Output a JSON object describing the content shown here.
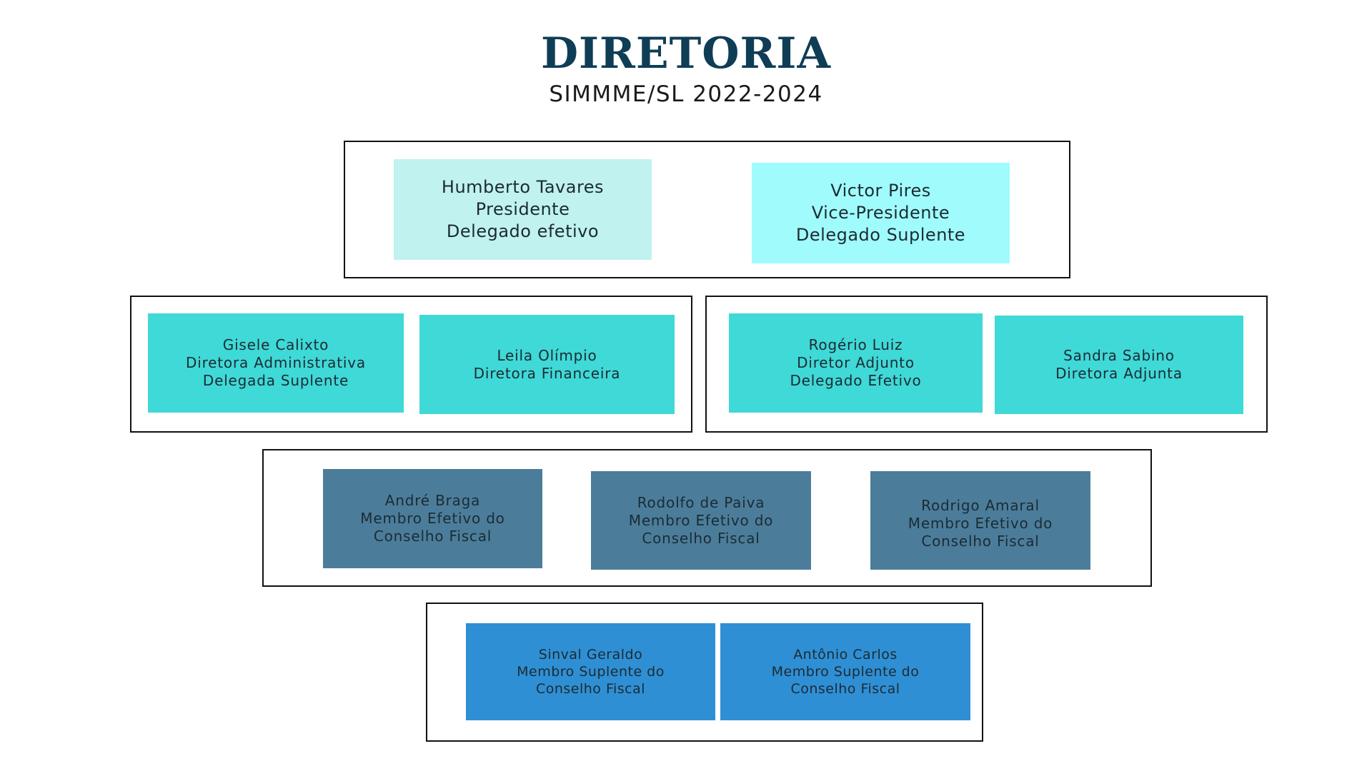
{
  "header": {
    "title": "DIRETORIA",
    "subtitle": "SIMMME/SL 2022-2024"
  },
  "colors": {
    "title": "#0f3d56",
    "president_box": "#c0f2ef",
    "vice_president_box": "#a0fcfc",
    "directors_box": "#3fd9d7",
    "fiscal_effective_box": "#4b7d9b",
    "fiscal_substitute_box": "#2f8fd4",
    "frame_border": "#111111"
  },
  "groups": [
    {
      "name": "presidency",
      "members": [
        {
          "name": "Humberto Tavares",
          "lines": [
            "Presidente",
            "Delegado efetivo"
          ]
        },
        {
          "name": "Victor Pires",
          "lines": [
            "Vice-Presidente",
            "Delegado Suplente"
          ]
        }
      ]
    },
    {
      "name": "directors-left",
      "members": [
        {
          "name": "Gisele Calixto",
          "lines": [
            "Diretora Administrativa",
            "Delegada Suplente"
          ]
        },
        {
          "name": "Leila Olímpio",
          "lines": [
            "Diretora Financeira"
          ]
        }
      ]
    },
    {
      "name": "directors-right",
      "members": [
        {
          "name": "Rogério Luiz",
          "lines": [
            "Diretor Adjunto",
            "Delegado Efetivo"
          ]
        },
        {
          "name": "Sandra Sabino",
          "lines": [
            "Diretora Adjunta"
          ]
        }
      ]
    },
    {
      "name": "fiscal-council-effective",
      "members": [
        {
          "name": "André Braga",
          "lines": [
            "Membro Efetivo do",
            "Conselho Fiscal"
          ]
        },
        {
          "name": "Rodolfo de Paiva",
          "lines": [
            "Membro Efetivo do",
            "Conselho Fiscal"
          ]
        },
        {
          "name": "Rodrigo Amaral",
          "lines": [
            "Membro Efetivo do",
            "Conselho Fiscal"
          ]
        }
      ]
    },
    {
      "name": "fiscal-council-substitute",
      "members": [
        {
          "name": "Sinval Geraldo",
          "lines": [
            "Membro Suplente do",
            "Conselho Fiscal"
          ]
        },
        {
          "name": "Antônio Carlos",
          "lines": [
            "Membro Suplente do",
            "Conselho Fiscal"
          ]
        }
      ]
    }
  ]
}
